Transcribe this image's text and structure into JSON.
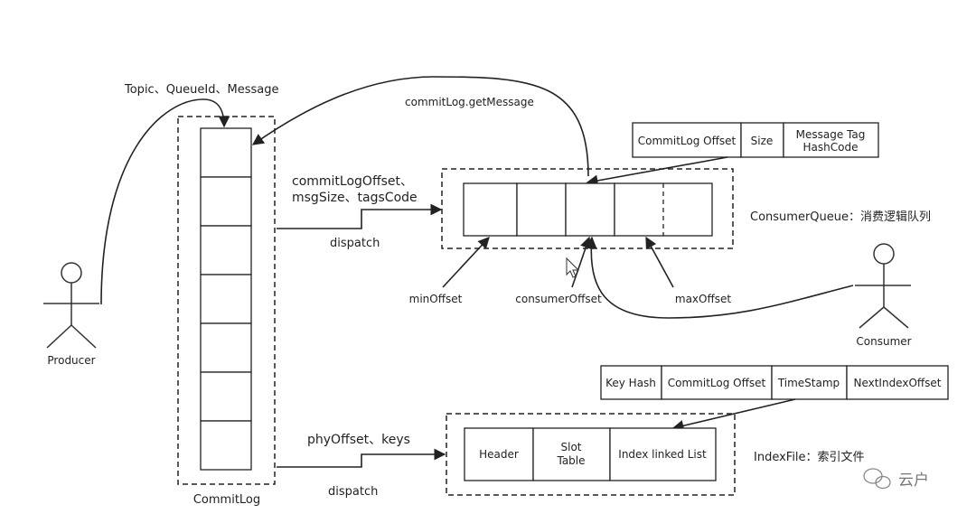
{
  "producer": {
    "label": "Producer"
  },
  "consumer": {
    "label": "Consumer"
  },
  "producer_flow": {
    "label": "Topic、QueueId、Message"
  },
  "get_message": {
    "label": "commitLog.getMessage"
  },
  "commitlog": {
    "label": "CommitLog"
  },
  "dispatch_consumequeue": {
    "line1": "commitLogOffset、",
    "line2": "msgSize、tagsCode",
    "dispatch": "dispatch"
  },
  "dispatch_indexfile": {
    "label": "phyOffset、keys",
    "dispatch": "dispatch"
  },
  "cq_entry": {
    "field1": "CommitLog Offset",
    "field2": "Size",
    "field3_line1": "Message Tag",
    "field3_line2": "HashCode"
  },
  "consumequeue": {
    "label": "ConsumerQueue：消费逻辑队列"
  },
  "offsets": {
    "min": "minOffset",
    "consumer": "consumerOffset",
    "max": "maxOffset"
  },
  "index_entry": {
    "field1": "Key Hash",
    "field2": "CommitLog Offset",
    "field3": "TimeStamp",
    "field4": "NextIndexOffset"
  },
  "indexfile": {
    "label": "IndexFile：索引文件",
    "header": "Header",
    "slot_line1": "Slot",
    "slot_line2": "Table",
    "linked": "Index linked List"
  },
  "watermark": {
    "text": "云户"
  }
}
